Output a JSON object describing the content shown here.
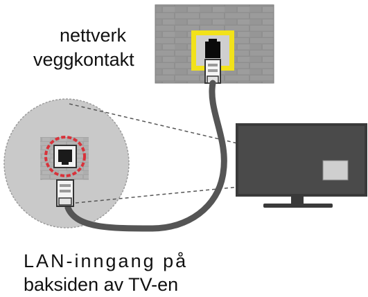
{
  "labels": {
    "wall_socket_line1": "nettverk",
    "wall_socket_line2": "veggkontakt",
    "lan_input_line1": "LAN-inngang på",
    "lan_input_line2": "baksiden av TV-en"
  },
  "colors": {
    "brick_wall": "#8d8d8d",
    "socket_frame": "#f2e21a",
    "socket_port": "#0a0a0a",
    "cable": "#555555",
    "zoom_circle": "#c9c9c9",
    "highlight_ring": "#d8323a",
    "tv_screen": "#3a3a3a"
  },
  "icons": [
    "brick-wall-icon",
    "wall-socket-icon",
    "ethernet-plug-icon",
    "lan-port-icon",
    "tv-icon"
  ]
}
